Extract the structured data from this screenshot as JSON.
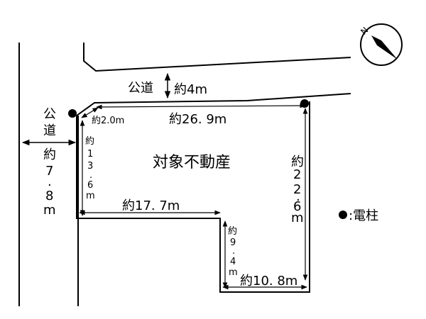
{
  "map": {
    "roads": {
      "north": {
        "name": "公道",
        "width": "約4m"
      },
      "west": {
        "name": [
          "公",
          "道"
        ],
        "width": [
          "約",
          "7",
          ".",
          "8",
          "m"
        ]
      }
    },
    "property_label": "対象不動産",
    "dimensions": {
      "corner_cut": "約2.0m",
      "top": "約26. 9m",
      "left_upper": [
        "約",
        "1",
        "3",
        ".",
        "6",
        "m"
      ],
      "mid_horizontal": "約17. 7m",
      "step_vertical": [
        "約",
        "9",
        ".",
        "4",
        "m"
      ],
      "bottom": "約10. 8m",
      "right": [
        "約",
        "2",
        "2",
        ".",
        "6",
        "m"
      ]
    },
    "legend": {
      "label": ":電柱",
      "icon": "utility-pole-dot"
    },
    "compass": {
      "letter": "N",
      "icon": "north-arrow-icon"
    }
  },
  "colors": {
    "ink": "#000000",
    "background": "#ffffff"
  }
}
